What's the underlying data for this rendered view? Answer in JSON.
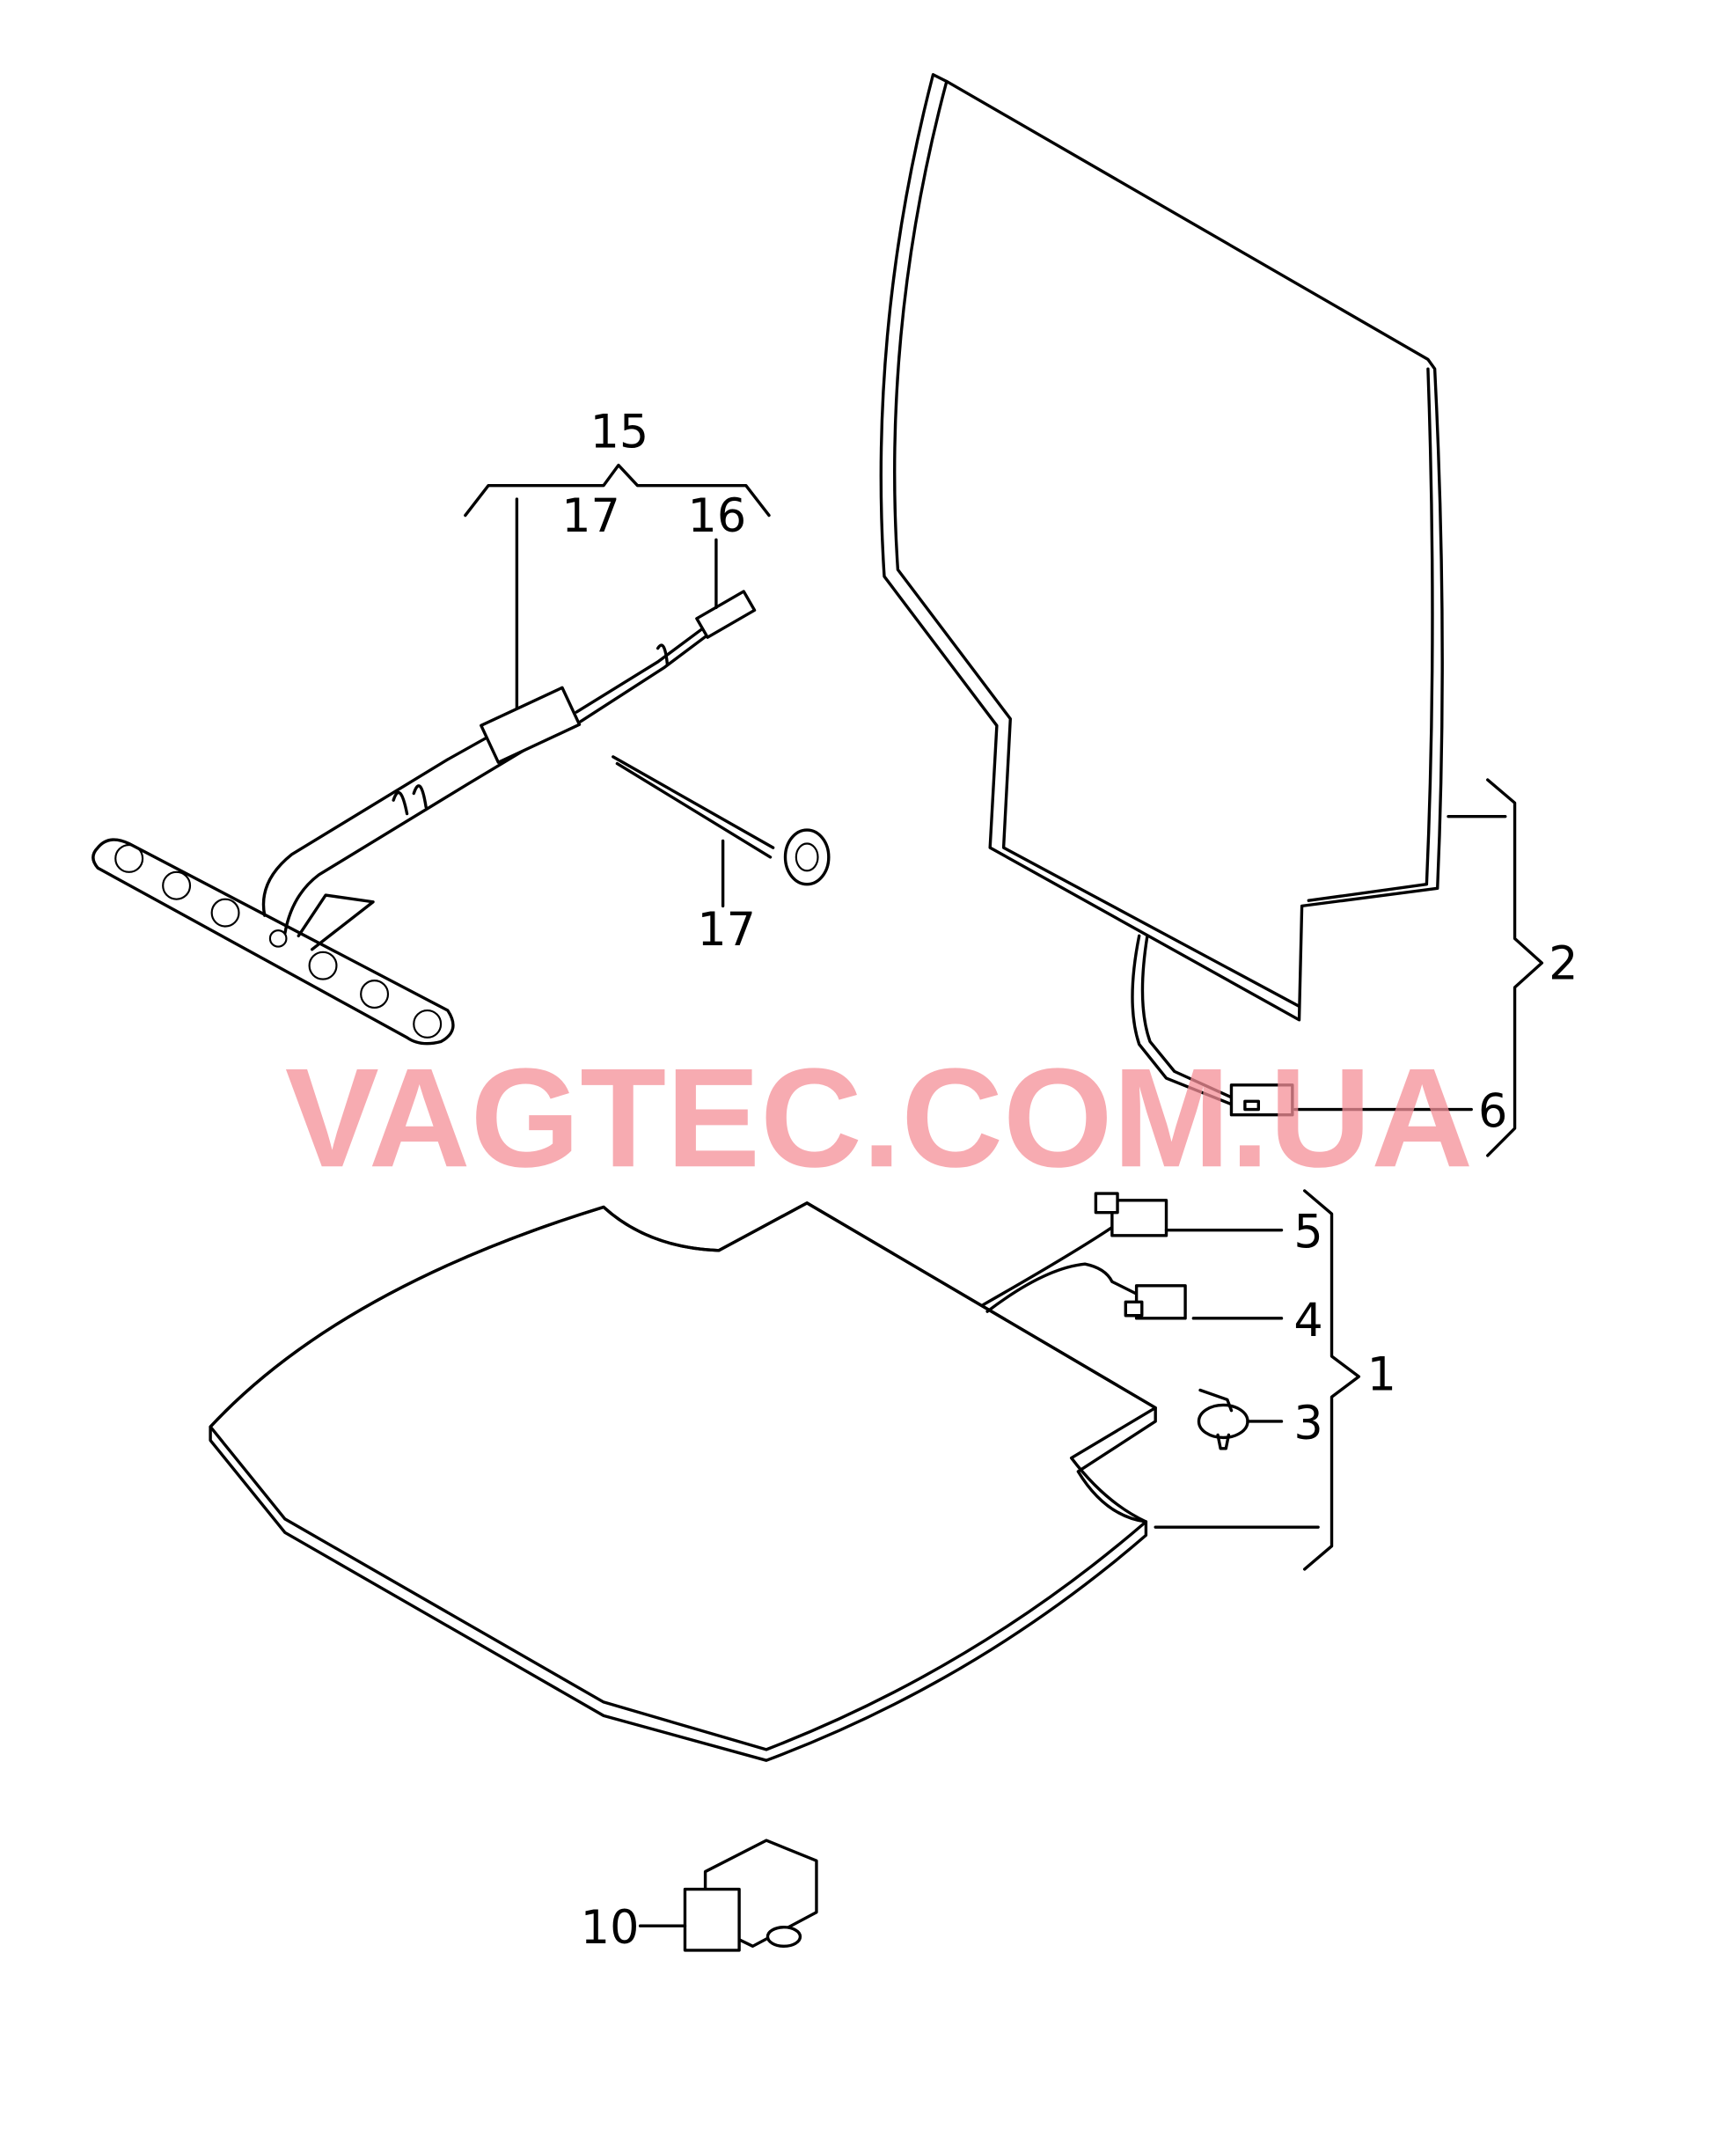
{
  "watermark": "VAGTEC.COM.UA",
  "callouts": {
    "c15": "15",
    "c17a": "17",
    "c16": "16",
    "c17b": "17",
    "c2": "2",
    "c6": "6",
    "c5": "5",
    "c4": "4",
    "c3": "3",
    "c1": "1",
    "c10": "10"
  }
}
